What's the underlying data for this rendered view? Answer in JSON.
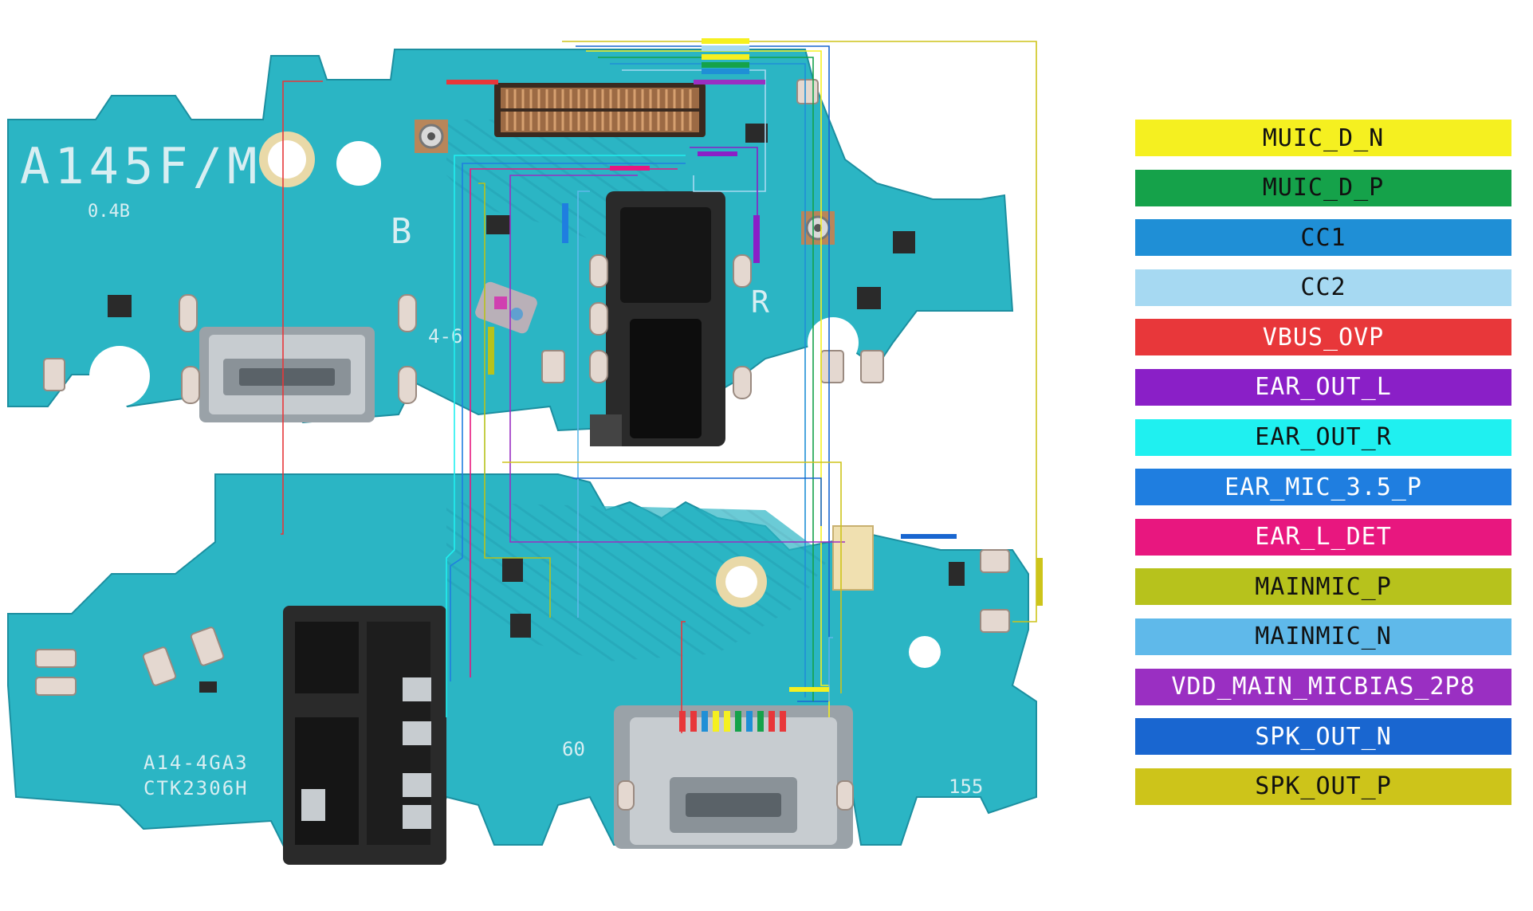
{
  "board": {
    "top_model": "A145F/M",
    "top_version": "0.4B",
    "mark_b": "B",
    "mark_r": "R",
    "mark_46": "4-6",
    "bottom_model": "A14-4GA3",
    "bottom_code": "CTK2306H",
    "mark_60": "60",
    "mark_155": "155"
  },
  "legend": [
    {
      "label": "MUIC_D_N",
      "color": "#f5f020",
      "text_color": "#111111"
    },
    {
      "label": "MUIC_D_P",
      "color": "#15a24a",
      "text_color": "#111111"
    },
    {
      "label": "CC1",
      "color": "#1f8fd6",
      "text_color": "#111111"
    },
    {
      "label": "CC2",
      "color": "#a6d9f2",
      "text_color": "#111111"
    },
    {
      "label": "VBUS_OVP",
      "color": "#e8373a",
      "text_color": "#ffffff"
    },
    {
      "label": "EAR_OUT_L",
      "color": "#8a1fc7",
      "text_color": "#ffffff"
    },
    {
      "label": "EAR_OUT_R",
      "color": "#1ff0f0",
      "text_color": "#111111"
    },
    {
      "label": "EAR_MIC_3.5_P",
      "color": "#1f7ee0",
      "text_color": "#ffffff"
    },
    {
      "label": "EAR_L_DET",
      "color": "#e8177f",
      "text_color": "#ffffff"
    },
    {
      "label": "MAINMIC_P",
      "color": "#b7c21c",
      "text_color": "#111111"
    },
    {
      "label": "MAINMIC_N",
      "color": "#5fb9ea",
      "text_color": "#111111"
    },
    {
      "label": "VDD_MAIN_MICBIAS_2P8",
      "color": "#9a2fc2",
      "text_color": "#ffffff"
    },
    {
      "label": "SPK_OUT_N",
      "color": "#1966d0",
      "text_color": "#ffffff"
    },
    {
      "label": "SPK_OUT_P",
      "color": "#cdc41a",
      "text_color": "#111111"
    }
  ],
  "colors": {
    "pcb": "#2bb5c4",
    "pcb_dark": "#1c8fa0",
    "trace": "#23a0b2",
    "silkscreen": "#d8eef2",
    "metal": "#c7ccd0",
    "connector_dark": "#2a2a2a",
    "copper": "#b8865a"
  }
}
